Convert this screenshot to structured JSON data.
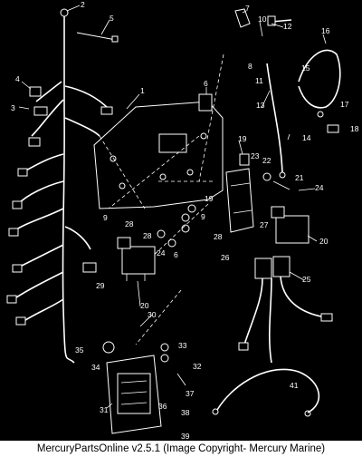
{
  "callouts": [
    "1",
    "2",
    "3",
    "4",
    "5",
    "6",
    "6",
    "7",
    "8",
    "9",
    "9",
    "10",
    "11",
    "12",
    "13",
    "14",
    "15",
    "16",
    "17",
    "18",
    "19",
    "19",
    "20",
    "20",
    "21",
    "22",
    "23",
    "24",
    "24",
    "25",
    "26",
    "27",
    "28",
    "28",
    "28",
    "29",
    "30",
    "31",
    "32",
    "33",
    "34",
    "35",
    "36",
    "37",
    "38",
    "39",
    "41"
  ],
  "caption": "MercuryPartsOnline v2.5.1 (Image Copyright- Mercury Marine)"
}
